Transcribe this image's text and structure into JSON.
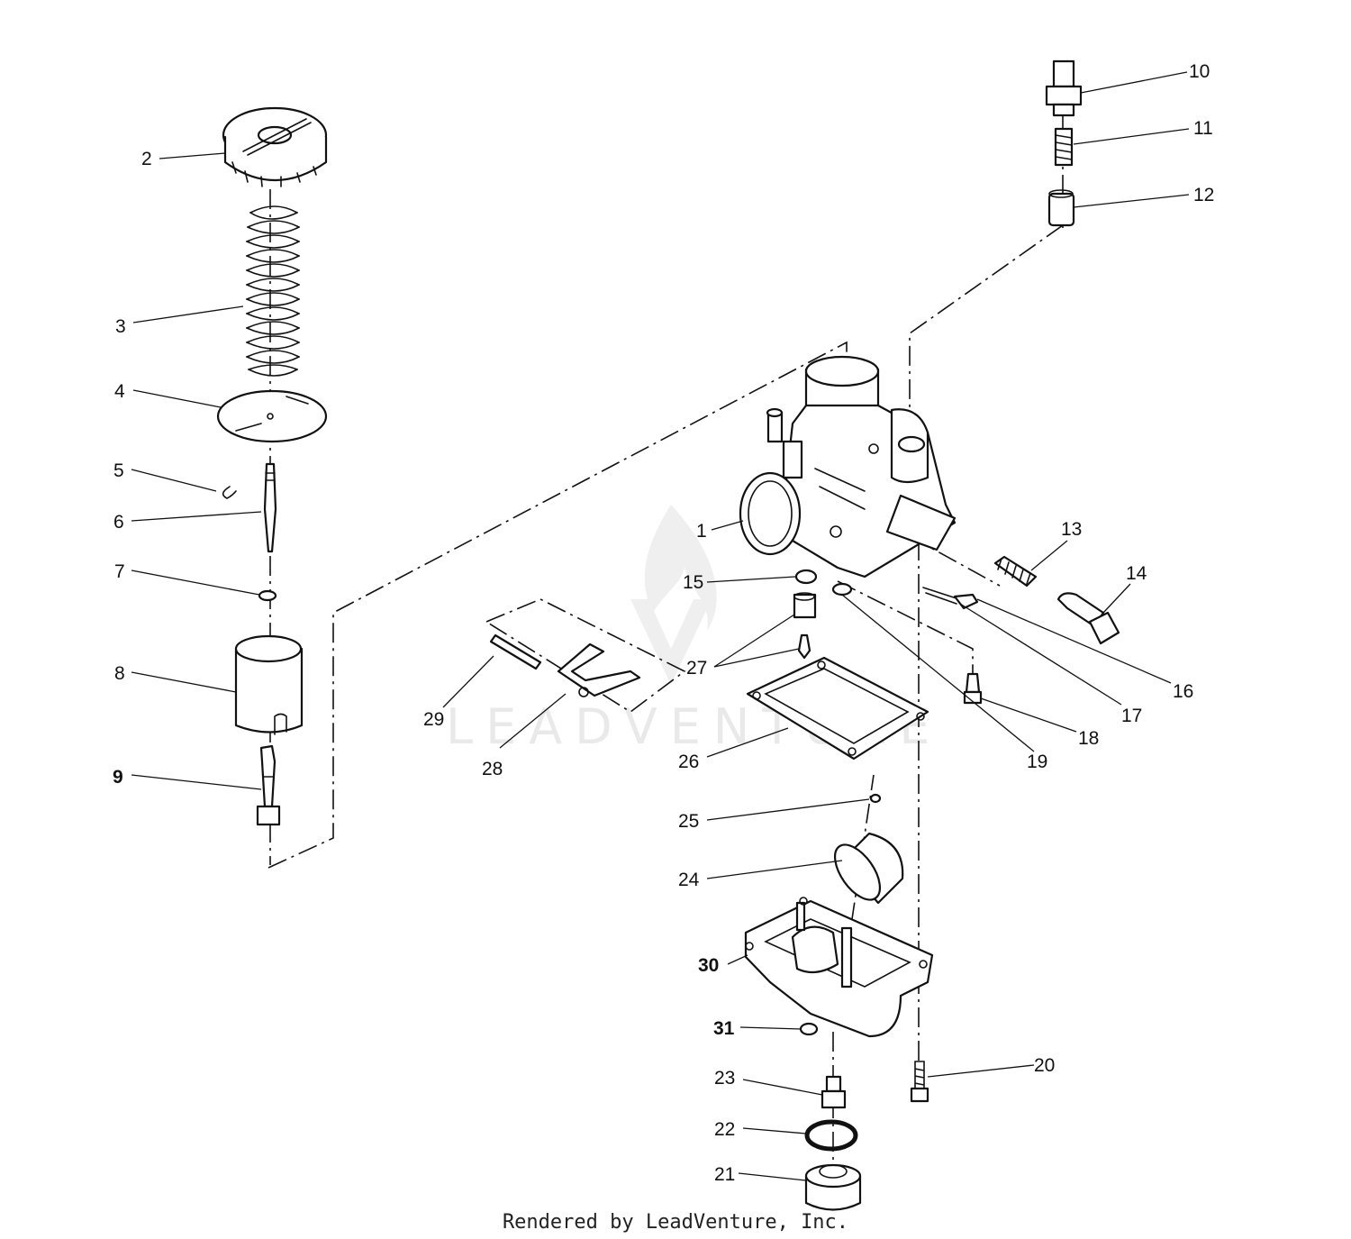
{
  "diagram": {
    "callouts": [
      "1",
      "2",
      "3",
      "4",
      "5",
      "6",
      "7",
      "8",
      "9",
      "10",
      "11",
      "12",
      "13",
      "14",
      "15",
      "16",
      "17",
      "18",
      "19",
      "20",
      "21",
      "22",
      "23",
      "24",
      "25",
      "26",
      "27",
      "28",
      "29",
      "30",
      "31"
    ],
    "watermark": "LEADVENTURE",
    "footer": "Rendered by LeadVenture, Inc."
  }
}
